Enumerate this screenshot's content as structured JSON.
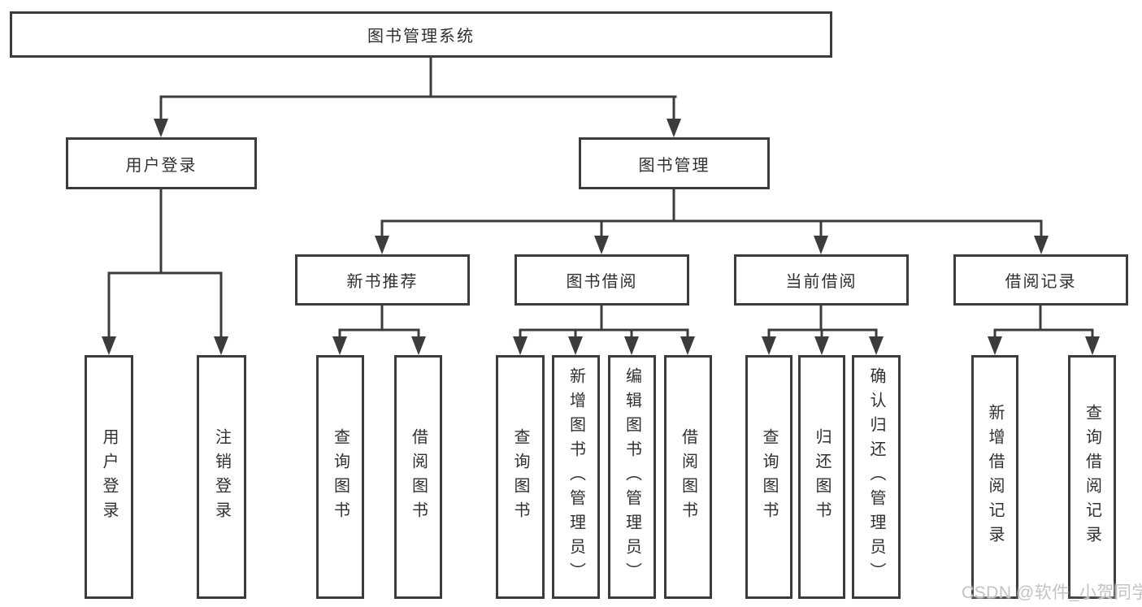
{
  "title": "图书管理系统",
  "watermark": "CSDN @软件_小贺同学",
  "colors": {
    "line": "#3c3c3c",
    "box_border": "#3c3c3c",
    "text": "#303030",
    "background": "#ffffff",
    "watermark": "#c3c3c3"
  },
  "tree": {
    "root": {
      "label": "图书管理系统",
      "children": [
        {
          "label": "用户登录",
          "children": [
            {
              "label": "用户登录"
            },
            {
              "label": "注销登录"
            }
          ]
        },
        {
          "label": "图书管理",
          "children": [
            {
              "label": "新书推荐",
              "children": [
                {
                  "label": "查询图书"
                },
                {
                  "label": "借阅图书"
                }
              ]
            },
            {
              "label": "图书借阅",
              "children": [
                {
                  "label": "查询图书"
                },
                {
                  "label": "新增图书（管理员）"
                },
                {
                  "label": "编辑图书（管理员）"
                },
                {
                  "label": "借阅图书"
                }
              ]
            },
            {
              "label": "当前借阅",
              "children": [
                {
                  "label": "查询图书"
                },
                {
                  "label": "归还图书"
                },
                {
                  "label": "确认归还（管理员）"
                }
              ]
            },
            {
              "label": "借阅记录",
              "children": [
                {
                  "label": "新增借阅记录"
                },
                {
                  "label": "查询借阅记录"
                }
              ]
            }
          ]
        }
      ]
    }
  }
}
